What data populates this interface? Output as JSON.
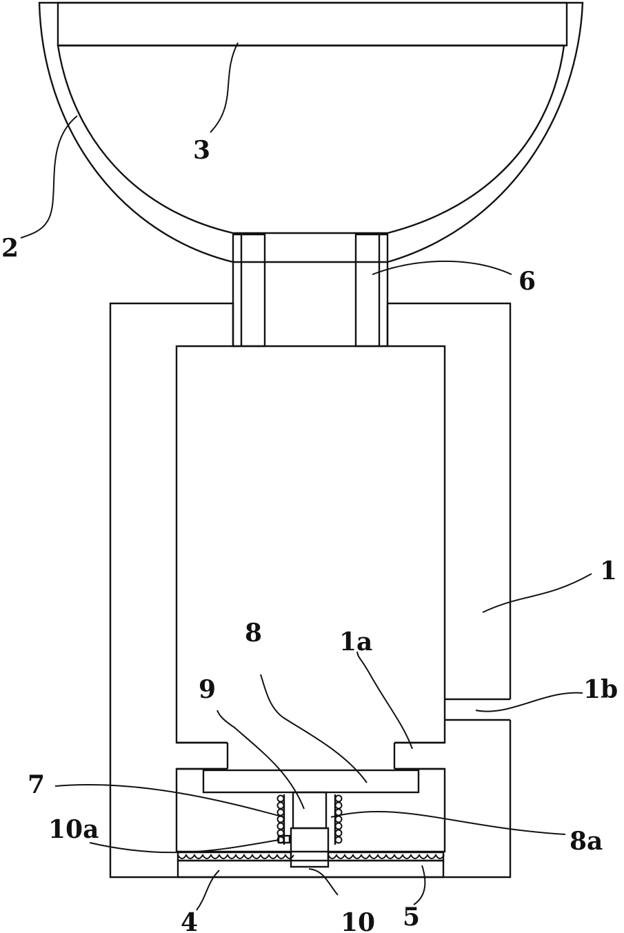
{
  "figure": {
    "labels": {
      "l1": "1",
      "l1a": "1a",
      "l1b": "1b",
      "l2": "2",
      "l3": "3",
      "l4": "4",
      "l5": "5",
      "l6": "6",
      "l7": "7",
      "l8": "8",
      "l8a": "8a",
      "l9": "9",
      "l10": "10",
      "l10a": "10a"
    }
  },
  "colors": {
    "ink": "#111111",
    "paper": "#ffffff"
  }
}
